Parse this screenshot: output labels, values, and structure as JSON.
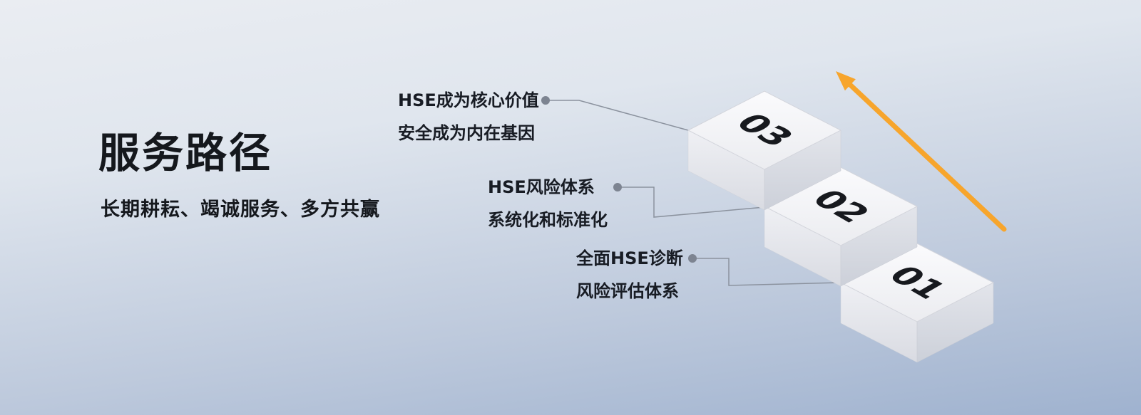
{
  "slide": {
    "title": "服务路径",
    "subtitle": "长期耕耘、竭诚服务、多方共赢"
  },
  "steps": [
    {
      "number": "01",
      "label_line1": "全面HSE诊断",
      "label_line2": "风险评估体系"
    },
    {
      "number": "02",
      "label_line1": "HSE风险体系",
      "label_line2": "系统化和标准化"
    },
    {
      "number": "03",
      "label_line1": "HSE成为核心价值",
      "label_line2": "安全成为内在基因"
    }
  ],
  "colors": {
    "arrow": "#f7a52c",
    "connector": "#8b929e",
    "dot": "#7d8491",
    "title_text": "#15181d",
    "background_top": "#eaedf2",
    "background_bottom": "#9fb2cf"
  }
}
